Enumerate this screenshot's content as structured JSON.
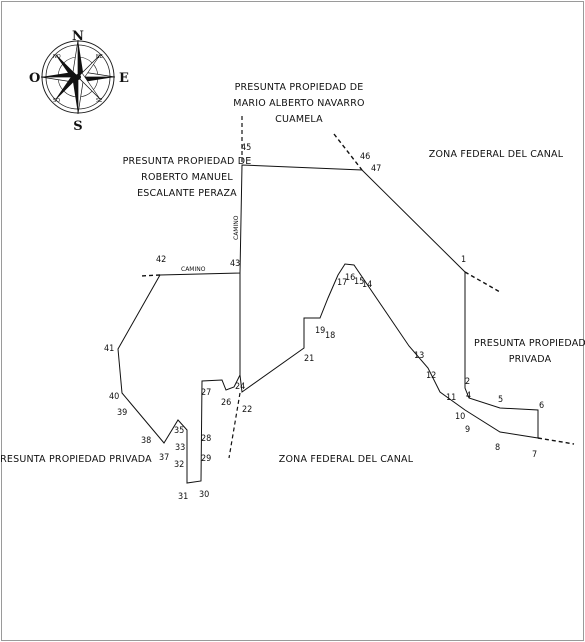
{
  "compass": {
    "north": "N",
    "south": "S",
    "east": "E",
    "west": "O",
    "ne": "NE",
    "no": "NO",
    "se": "SE",
    "so": "SO"
  },
  "areas": {
    "north_owner": [
      "PRESUNTA PROPIEDAD DE",
      "MARIO ALBERTO NAVARRO",
      "CUAMELA"
    ],
    "west_owner": [
      "PRESUNTA PROPIEDAD DE",
      "ROBERTO MANUEL",
      "ESCALANTE PERAZA"
    ],
    "canal_north": "ZONA FEDERAL DEL CANAL",
    "canal_south": "ZONA FEDERAL DEL CANAL",
    "private_east": [
      "PRESUNTA PROPIEDAD",
      "PRIVADA"
    ],
    "private_west": "PRESUNTA PROPIEDAD PRIVADA",
    "road_horizontal": "CAMINO",
    "road_vertical": "CAMINO"
  },
  "vertex_labels": [
    "1",
    "2",
    "4",
    "5",
    "6",
    "7",
    "8",
    "9",
    "10",
    "11",
    "12",
    "13",
    "14",
    "15",
    "16",
    "17",
    "18",
    "19",
    "21",
    "22",
    "24",
    "26",
    "27",
    "28",
    "29",
    "30",
    "31",
    "32",
    "33",
    "35",
    "37",
    "38",
    "39",
    "40",
    "41",
    "42",
    "43",
    "45",
    "46",
    "47"
  ]
}
